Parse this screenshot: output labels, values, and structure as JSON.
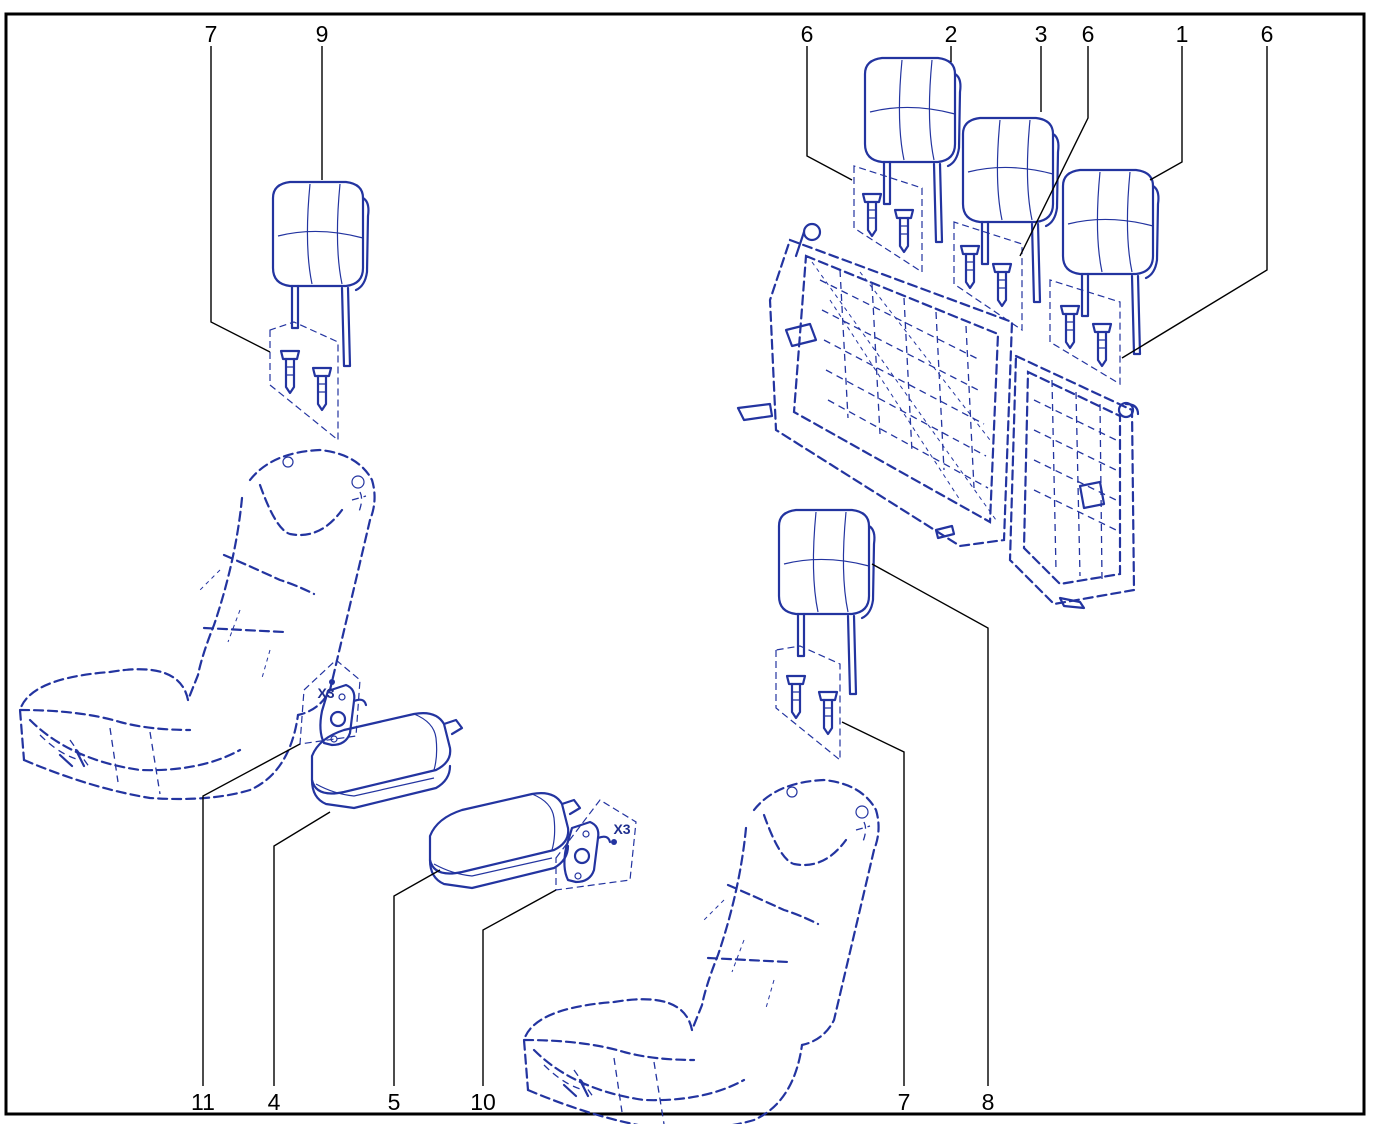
{
  "callouts": {
    "c7a": "7",
    "c9": "9",
    "c6a": "6",
    "c2": "2",
    "c3": "3",
    "c6b": "6",
    "c1": "1",
    "c6c": "6",
    "c11": "11",
    "c4": "4",
    "c5": "5",
    "c10": "10",
    "c7b": "7",
    "c8": "8"
  },
  "quantity_labels": {
    "q_left": "X3",
    "q_right": "X3"
  },
  "colors": {
    "line_art": "#2334a0",
    "labels": "#000000",
    "background": "#ffffff"
  }
}
